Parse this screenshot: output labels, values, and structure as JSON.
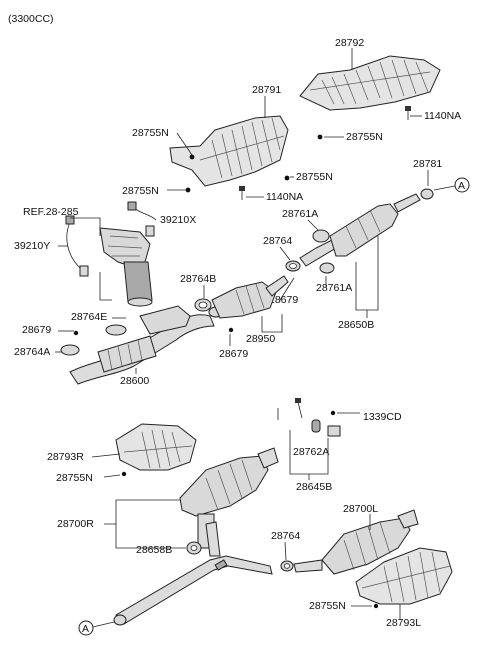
{
  "variant": "(3300CC)",
  "reference": "REF.28-285",
  "circle_marker": "A",
  "labels": {
    "p28792": "28792",
    "p28791": "28791",
    "p1140NA_a": "1140NA",
    "p1140NA_b": "1140NA",
    "p28755N_a": "28755N",
    "p28755N_b": "28755N",
    "p28755N_c": "28755N",
    "p28755N_d": "28755N",
    "p28755N_e": "28755N",
    "p28755N_f": "28755N",
    "p28781": "28781",
    "p39210X": "39210X",
    "p39210Y": "39210Y",
    "p28761A_a": "28761A",
    "p28761A_b": "28761A",
    "p28764_a": "28764",
    "p28764_b": "28764",
    "p28764B": "28764B",
    "p28764E": "28764E",
    "p28764A": "28764A",
    "p28679_a": "28679",
    "p28679_b": "28679",
    "p28679_c": "28679",
    "p28650B": "28650B",
    "p28950": "28950",
    "p28600": "28600",
    "p1339CD": "1339CD",
    "p28762A": "28762A",
    "p28645B": "28645B",
    "p28793R": "28793R",
    "p28700R": "28700R",
    "p28700L": "28700L",
    "p28658B": "28658B",
    "p28793L": "28793L"
  }
}
